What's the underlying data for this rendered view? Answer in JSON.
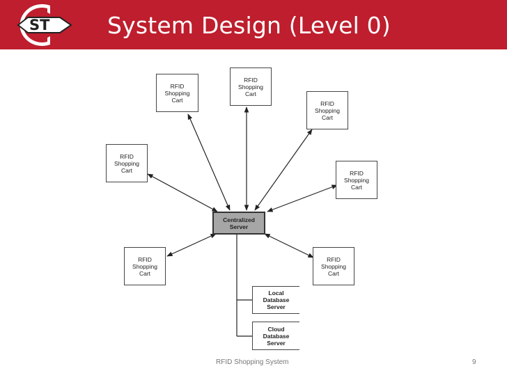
{
  "slide": {
    "title": "System Design (Level 0)",
    "footer": "RFID Shopping System",
    "page_number": "9"
  },
  "logo": {
    "name": "st-cloud-state-logo",
    "text": "ST"
  },
  "diagram": {
    "carts": [
      {
        "id": "cart-top-left",
        "label": "RFID\nShopping\nCart"
      },
      {
        "id": "cart-top-center",
        "label": "RFID\nShopping\nCart"
      },
      {
        "id": "cart-top-right",
        "label": "RFID\nShopping\nCart"
      },
      {
        "id": "cart-left",
        "label": "RFID\nShopping\nCart"
      },
      {
        "id": "cart-right",
        "label": "RFID\nShopping\nCart"
      },
      {
        "id": "cart-bottom-left",
        "label": "RFID\nShopping\nCart"
      },
      {
        "id": "cart-bottom-right",
        "label": "RFID\nShopping\nCart"
      }
    ],
    "server": {
      "label": "Centralized\nServer"
    },
    "databases": [
      {
        "id": "local-db",
        "label": "Local\nDatabase\nServer"
      },
      {
        "id": "cloud-db",
        "label": "Cloud\nDatabase\nServer"
      }
    ],
    "colors": {
      "header": "#be1e2d",
      "server_fill": "#a6a6a6"
    }
  }
}
